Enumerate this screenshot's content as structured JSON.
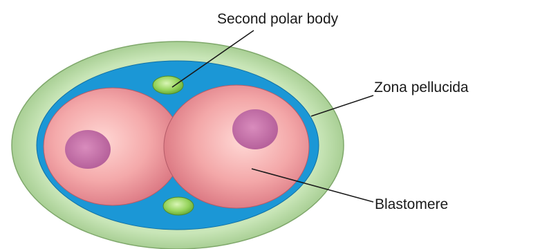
{
  "labels": {
    "second_polar_body": "Second polar body",
    "zona_pellucida": "Zona pellucida",
    "blastomere": "Blastomere"
  },
  "colors": {
    "zona_pellucida": "#c6e4b4",
    "perivitelline_space": "#1c98d6",
    "blastomere": "#f2a7a9",
    "nucleus": "#c473a7",
    "polar_body": "#8fd157",
    "leader_line": "#1a1a1a"
  },
  "icons": {
    "embryo": "two-cell-embryo-illustration"
  }
}
